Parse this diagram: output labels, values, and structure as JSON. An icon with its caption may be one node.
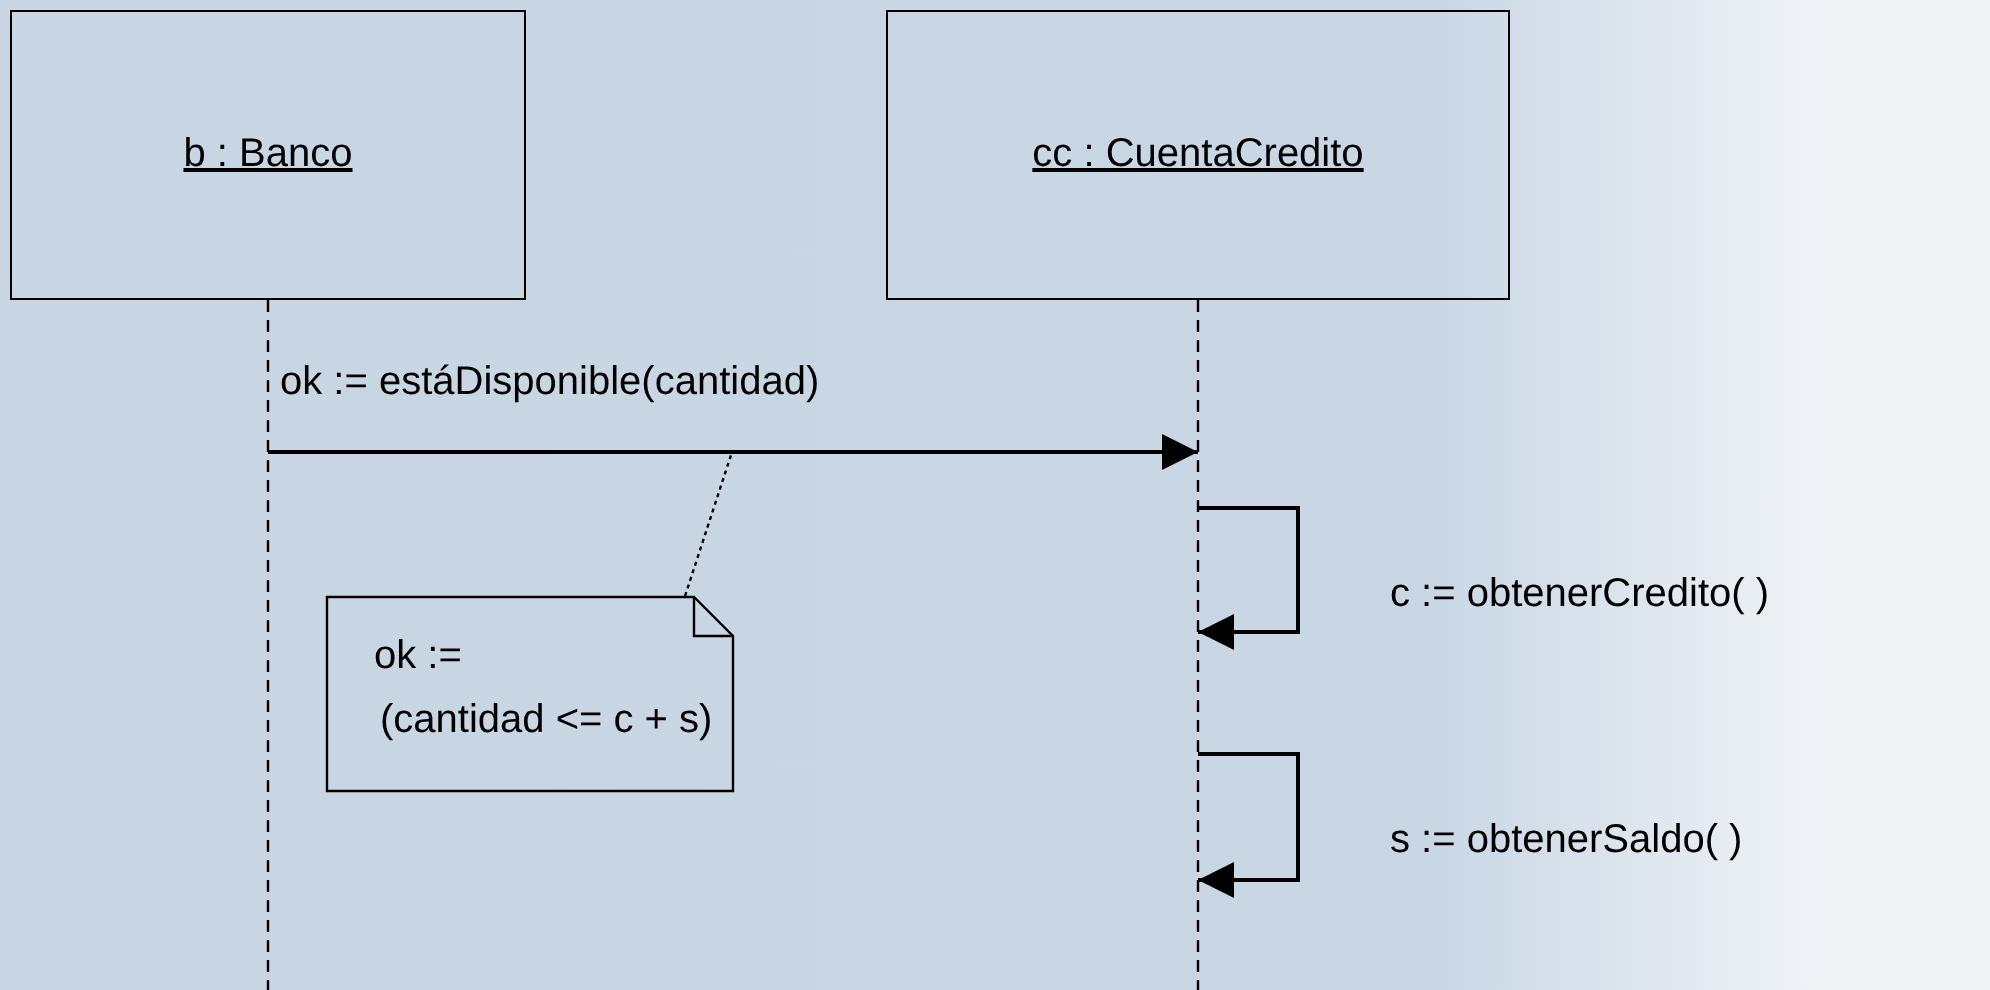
{
  "diagram": {
    "nodes": [
      {
        "text": [
          "b : Banco"
        ]
      },
      {
        "text": [
          "cc : CuentaCredito"
        ]
      },
      {
        "text": [
          "ok :=",
          "(cantidad <= c + s)"
        ]
      }
    ],
    "edges": [
      {
        "from": 0,
        "to": 1,
        "arrow": "to",
        "label": "ok := estáDisponible(cantidad)"
      },
      {
        "from": 1,
        "to": 1,
        "arrow": "to",
        "label": "c := obtenerCredito( )"
      },
      {
        "from": 1,
        "to": 1,
        "arrow": "to",
        "label": "s := obtenerSaldo( )"
      },
      {
        "from": 2,
        "to": null,
        "arrow": "none",
        "style": "dashed"
      }
    ]
  }
}
